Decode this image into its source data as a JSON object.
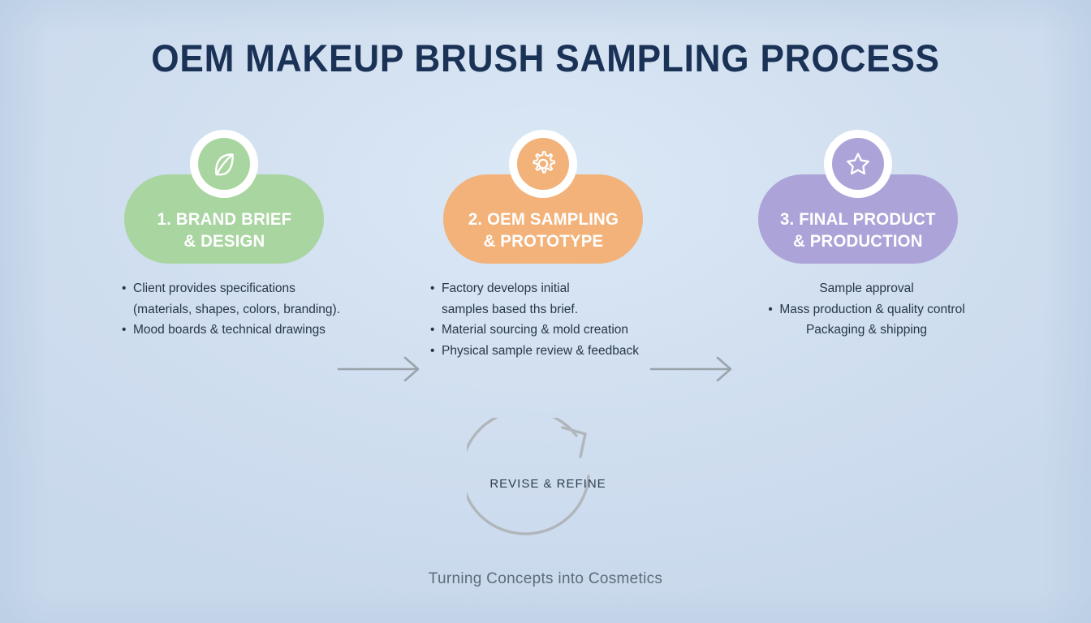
{
  "poster": {
    "title": "OEM MAKEUP BRUSH SAMPLING PROCESS",
    "footer_tagline": "Turning Concepts into Cosmetics",
    "background_color": "#d2e0f0",
    "title_color": "#1b3257"
  },
  "steps": [
    {
      "label_line1": "1. BRAND BRIEF",
      "label_line2": "& DESIGN",
      "icon": "leaf-icon",
      "color": "#a9d5a1",
      "bullets": [
        {
          "text": "Client provides specifications",
          "bullet": true
        },
        {
          "text": "(materials, shapes, colors, branding).",
          "bullet": false
        },
        {
          "text": "Mood boards & technical drawings",
          "bullet": true
        }
      ]
    },
    {
      "label_line1": "2. OEM SAMPLING",
      "label_line2": "& PROTOTYPE",
      "icon": "gear-icon",
      "color": "#f2b27a",
      "bullets": [
        {
          "text": "Factory develops initial",
          "bullet": true
        },
        {
          "text": "samples based ths brief.",
          "bullet": false
        },
        {
          "text": "Material sourcing & mold creation",
          "bullet": true
        },
        {
          "text": "Physical sample review & feedback",
          "bullet": true
        }
      ]
    },
    {
      "label_line1": "3. FINAL PRODUCT",
      "label_line2": "& PRODUCTION",
      "icon": "star-icon",
      "color": "#aca4d8",
      "bullets": [
        {
          "text": "Sample approval",
          "bullet": false
        },
        {
          "text": "Mass production & quality control",
          "bullet": true
        },
        {
          "text": "Packaging & shipping",
          "bullet": false
        }
      ]
    }
  ],
  "connectors": {
    "arrow_1": "arrow-right-icon",
    "arrow_2": "arrow-right-icon",
    "arrow_color": "#9aa3ab"
  },
  "feedback_loop": {
    "label": "REVISE & REFINE",
    "icon": "circular-arrow-icon",
    "color": "#b0b6bb"
  },
  "bullet_char": "•"
}
